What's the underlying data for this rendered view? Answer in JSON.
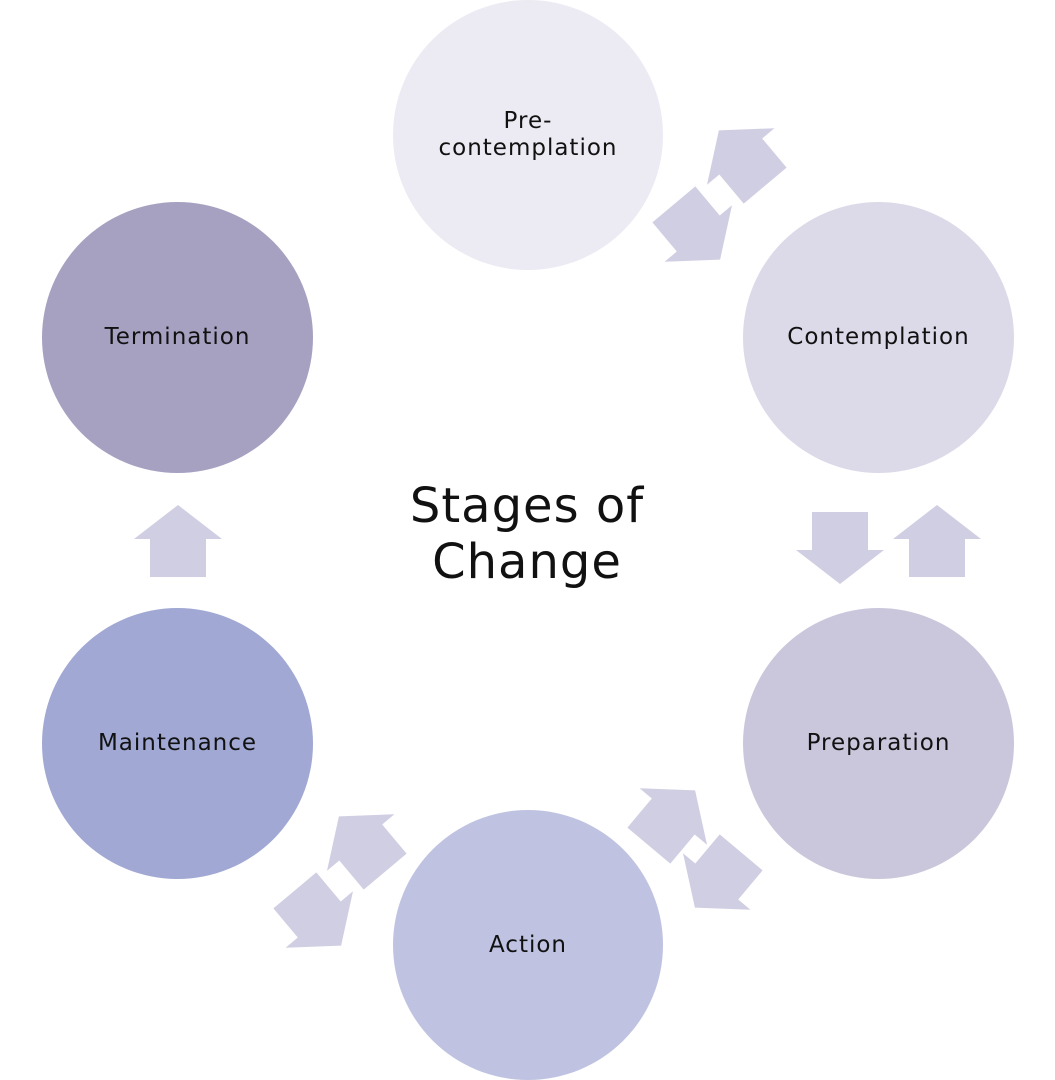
{
  "title": "Stages of\nChange",
  "stages": [
    {
      "label": "Pre-\ncontemplation",
      "color": "#ECEBF3"
    },
    {
      "label": "Contemplation",
      "color": "#DCDAE8"
    },
    {
      "label": "Preparation",
      "color": "#CAC7DC"
    },
    {
      "label": "Action",
      "color": "#BFC3E1"
    },
    {
      "label": "Maintenance",
      "color": "#A0A8D3"
    },
    {
      "label": "Termination",
      "color": "#A6A1C1"
    }
  ],
  "arrow_color": "#D0CEE2"
}
